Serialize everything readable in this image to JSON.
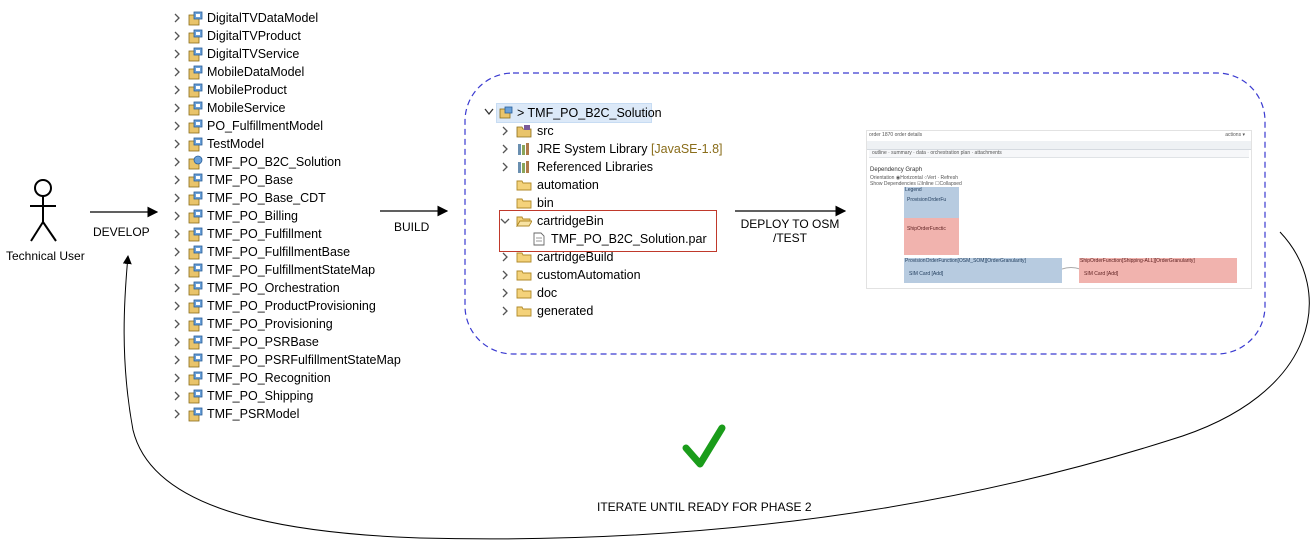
{
  "actor": {
    "label": "Technical User"
  },
  "steps": {
    "develop": "DEVELOP",
    "build": "BUILD",
    "deploy_line1": "DEPLOY TO OSM",
    "deploy_line2": "/TEST",
    "iterate": "ITERATE UNTIL READY FOR PHASE 2"
  },
  "projects": [
    "DigitalTVDataModel",
    "DigitalTVProduct",
    "DigitalTVService",
    "MobileDataModel",
    "MobileProduct",
    "MobileService",
    "PO_FulfillmentModel",
    "TestModel",
    "TMF_PO_B2C_Solution",
    "TMF_PO_Base",
    "TMF_PO_Base_CDT",
    "TMF_PO_Billing",
    "TMF_PO_Fulfillment",
    "TMF_PO_FulfillmentBase",
    "TMF_PO_FulfillmentStateMap",
    "TMF_PO_Orchestration",
    "TMF_PO_ProductProvisioning",
    "TMF_PO_Provisioning",
    "TMF_PO_PSRBase",
    "TMF_PO_PSRFulfillmentStateMap",
    "TMF_PO_Recognition",
    "TMF_PO_Shipping",
    "TMF_PSRModel"
  ],
  "solution": {
    "root": "> TMF_PO_B2C_Solution",
    "items": {
      "src": "src",
      "jre": "JRE System Library",
      "jre_version": "[JavaSE-1.8]",
      "ref": "Referenced Libraries",
      "automation": "automation",
      "bin": "bin",
      "cartridgeBin": "cartridgeBin",
      "par": "TMF_PO_B2C_Solution.par",
      "cartridgeBuild": "cartridgeBuild",
      "customAutomation": "customAutomation",
      "doc": "doc",
      "generated": "generated"
    }
  },
  "osm": {
    "box1": "ProvisionOrderFunction[OSM_SOM][OrderGranularity]",
    "box1_sub": "SIM Card [Add]",
    "box2": "ShipOrderFunction[Shipping-ALL][OrderGranularity]",
    "box2_sub": "SIM Card [Add]",
    "legend": "Legend",
    "legend1": "ProvisionOrderFu",
    "legend2": "ShipOrderFunctic"
  },
  "colors": {
    "dash": "#3a3ad0",
    "check": "#1a9c1a",
    "red": "#c0392b",
    "blue_box": "#b7cbe0",
    "pink_box": "#f1b3ae"
  }
}
